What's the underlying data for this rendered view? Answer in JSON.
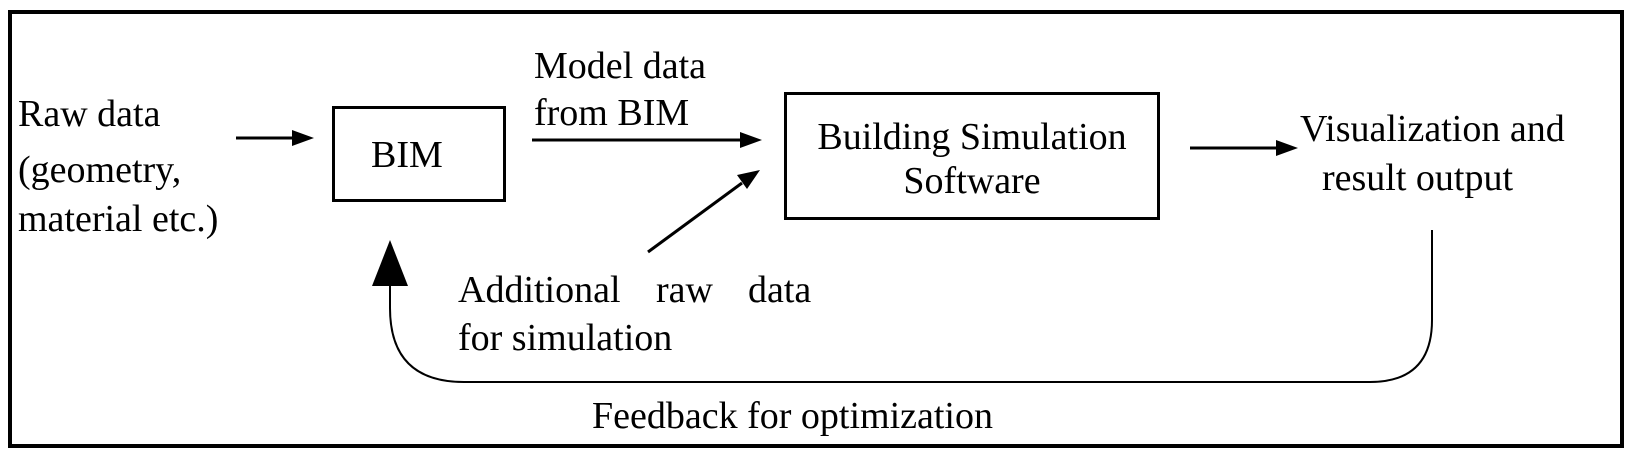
{
  "diagram": {
    "raw_data": {
      "line1": "Raw data",
      "line2": "(geometry,",
      "line3": "material etc.)"
    },
    "bim_box": {
      "label": "BIM"
    },
    "model_data": {
      "line1": "Model data",
      "line2": "from BIM"
    },
    "simulation_box": {
      "line1": "Building Simulation",
      "line2": "Software"
    },
    "output": {
      "line1": "Visualization and",
      "line2": "result output"
    },
    "additional": {
      "line1_a": "Additional",
      "line1_b": "raw",
      "line1_c": "data",
      "line2": "for simulation"
    },
    "feedback": {
      "label": "Feedback for optimization"
    }
  }
}
